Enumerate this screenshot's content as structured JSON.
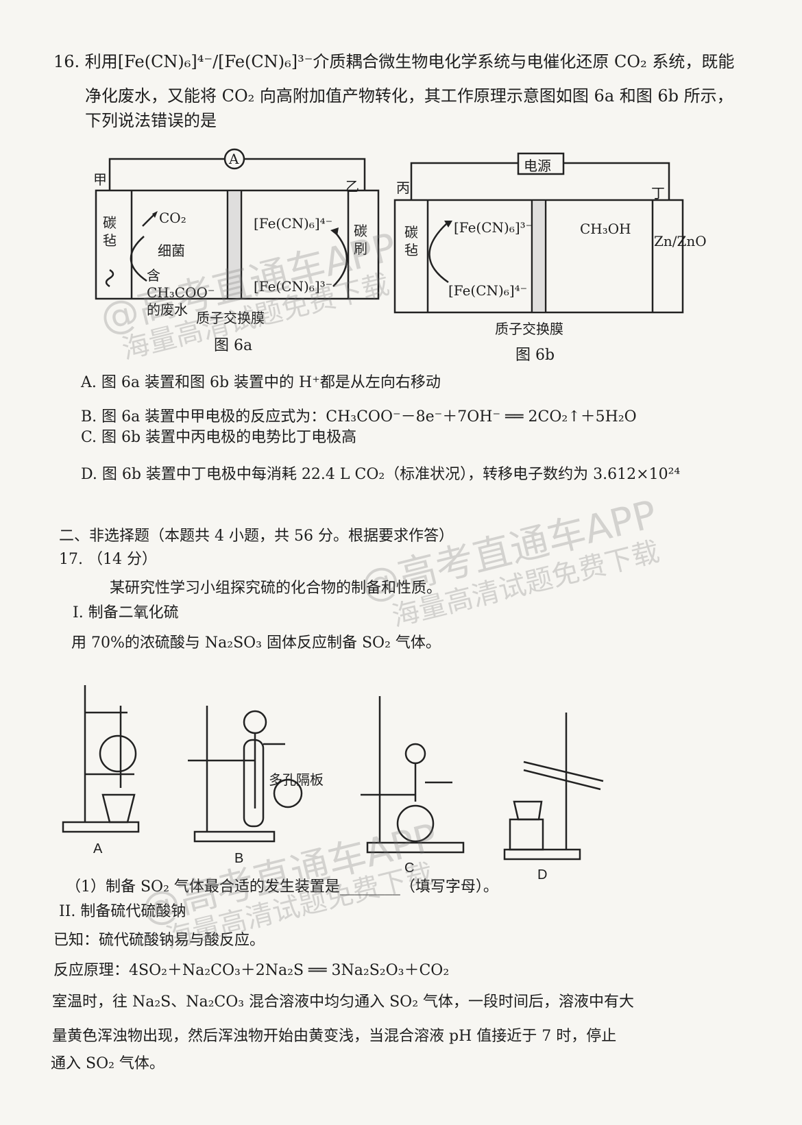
{
  "q16": {
    "line1": "16. 利用[Fe(CN)₆]⁴⁻/[Fe(CN)₆]³⁻介质耦合微生物电化学系统与电催化还原 CO₂ 系统，既能",
    "line2": "净化废水，又能将 CO₂ 向高附加值产物转化，其工作原理示意图如图 6a 和图 6b 所示，",
    "line3": "下列说法错误的是",
    "fig6a": {
      "ammeter": "A",
      "left_electrode_name": "甲",
      "right_electrode_name": "乙",
      "left_material": "碳毡",
      "right_material": "碳刷",
      "co2": "CO₂",
      "bacteria": "细菌",
      "wastewater": "含CH₃COO⁻的废水",
      "ion_top": "[Fe(CN)₆]⁴⁻",
      "ion_bottom": "[Fe(CN)₆]³⁻",
      "membrane": "质子交换膜",
      "caption": "图 6a"
    },
    "fig6b": {
      "power": "电源",
      "left_electrode_name": "丙",
      "right_electrode_name": "丁",
      "left_material": "碳毡",
      "right_material": "Zn/ZnO",
      "ion_top": "[Fe(CN)₆]³⁻",
      "ion_bottom": "[Fe(CN)₆]⁴⁻",
      "product": "CH₃OH",
      "membrane": "质子交换膜",
      "caption": "图 6b"
    },
    "options": {
      "A": "A. 图 6a 装置和图 6b 装置中的 H⁺都是从左向右移动",
      "B": "B. 图 6a 装置中甲电极的反应式为：CH₃COO⁻－8e⁻＋7OH⁻ ══ 2CO₂↑＋5H₂O",
      "C": "C. 图 6b 装置中丙电极的电势比丁电极高",
      "D": "D. 图 6b 装置中丁电极中每消耗 22.4 L CO₂（标准状况），转移电子数约为 3.612×10²⁴"
    }
  },
  "section2": {
    "heading": "二、非选择题（本题共 4 小题，共 56 分。根据要求作答）",
    "q17_number": "17. （14 分）",
    "intro": "某研究性学习小组探究硫的化合物的制备和性质。",
    "part1_title": "I. 制备二氧化硫",
    "part1_text": "用 70%的浓硫酸与 Na₂SO₃ 固体反应制备 SO₂ 气体。",
    "apparatus": {
      "A": "A",
      "B": "B",
      "C": "C",
      "D": "D",
      "porous_plate": "多孔隔板"
    },
    "sub1": "（1）制备 SO₂ 气体最合适的发生装置是________（填写字母）。",
    "part2_title": "II. 制备硫代硫酸钠",
    "known": "已知：硫代硫酸钠易与酸反应。",
    "principle": "反应原理：4SO₂＋Na₂CO₃＋2Na₂S ══ 3Na₂S₂O₃＋CO₂",
    "desc1": "室温时，往 Na₂S、Na₂CO₃ 混合溶液中均匀通入 SO₂ 气体，一段时间后，溶液中有大",
    "desc2": "量黄色浑浊物出现，然后浑浊物开始由黄变浅，当混合溶液 pH 值接近于 7 时，停止",
    "desc3": "通入 SO₂ 气体。"
  },
  "watermarks": {
    "a": "@高考直通车APP",
    "b": "海量高清试题免费下载"
  }
}
